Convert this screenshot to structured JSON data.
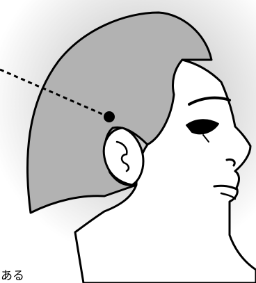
{
  "illustration": {
    "subject": "head-profile-facing-right",
    "marker": "dot-with-dashed-leader-line",
    "colors": {
      "background_glow": "#bdbdbd",
      "hair": "#b2b2b2",
      "skin": "#ffffff",
      "outline": "#000000"
    }
  },
  "caption": {
    "partial_text": "ある"
  }
}
